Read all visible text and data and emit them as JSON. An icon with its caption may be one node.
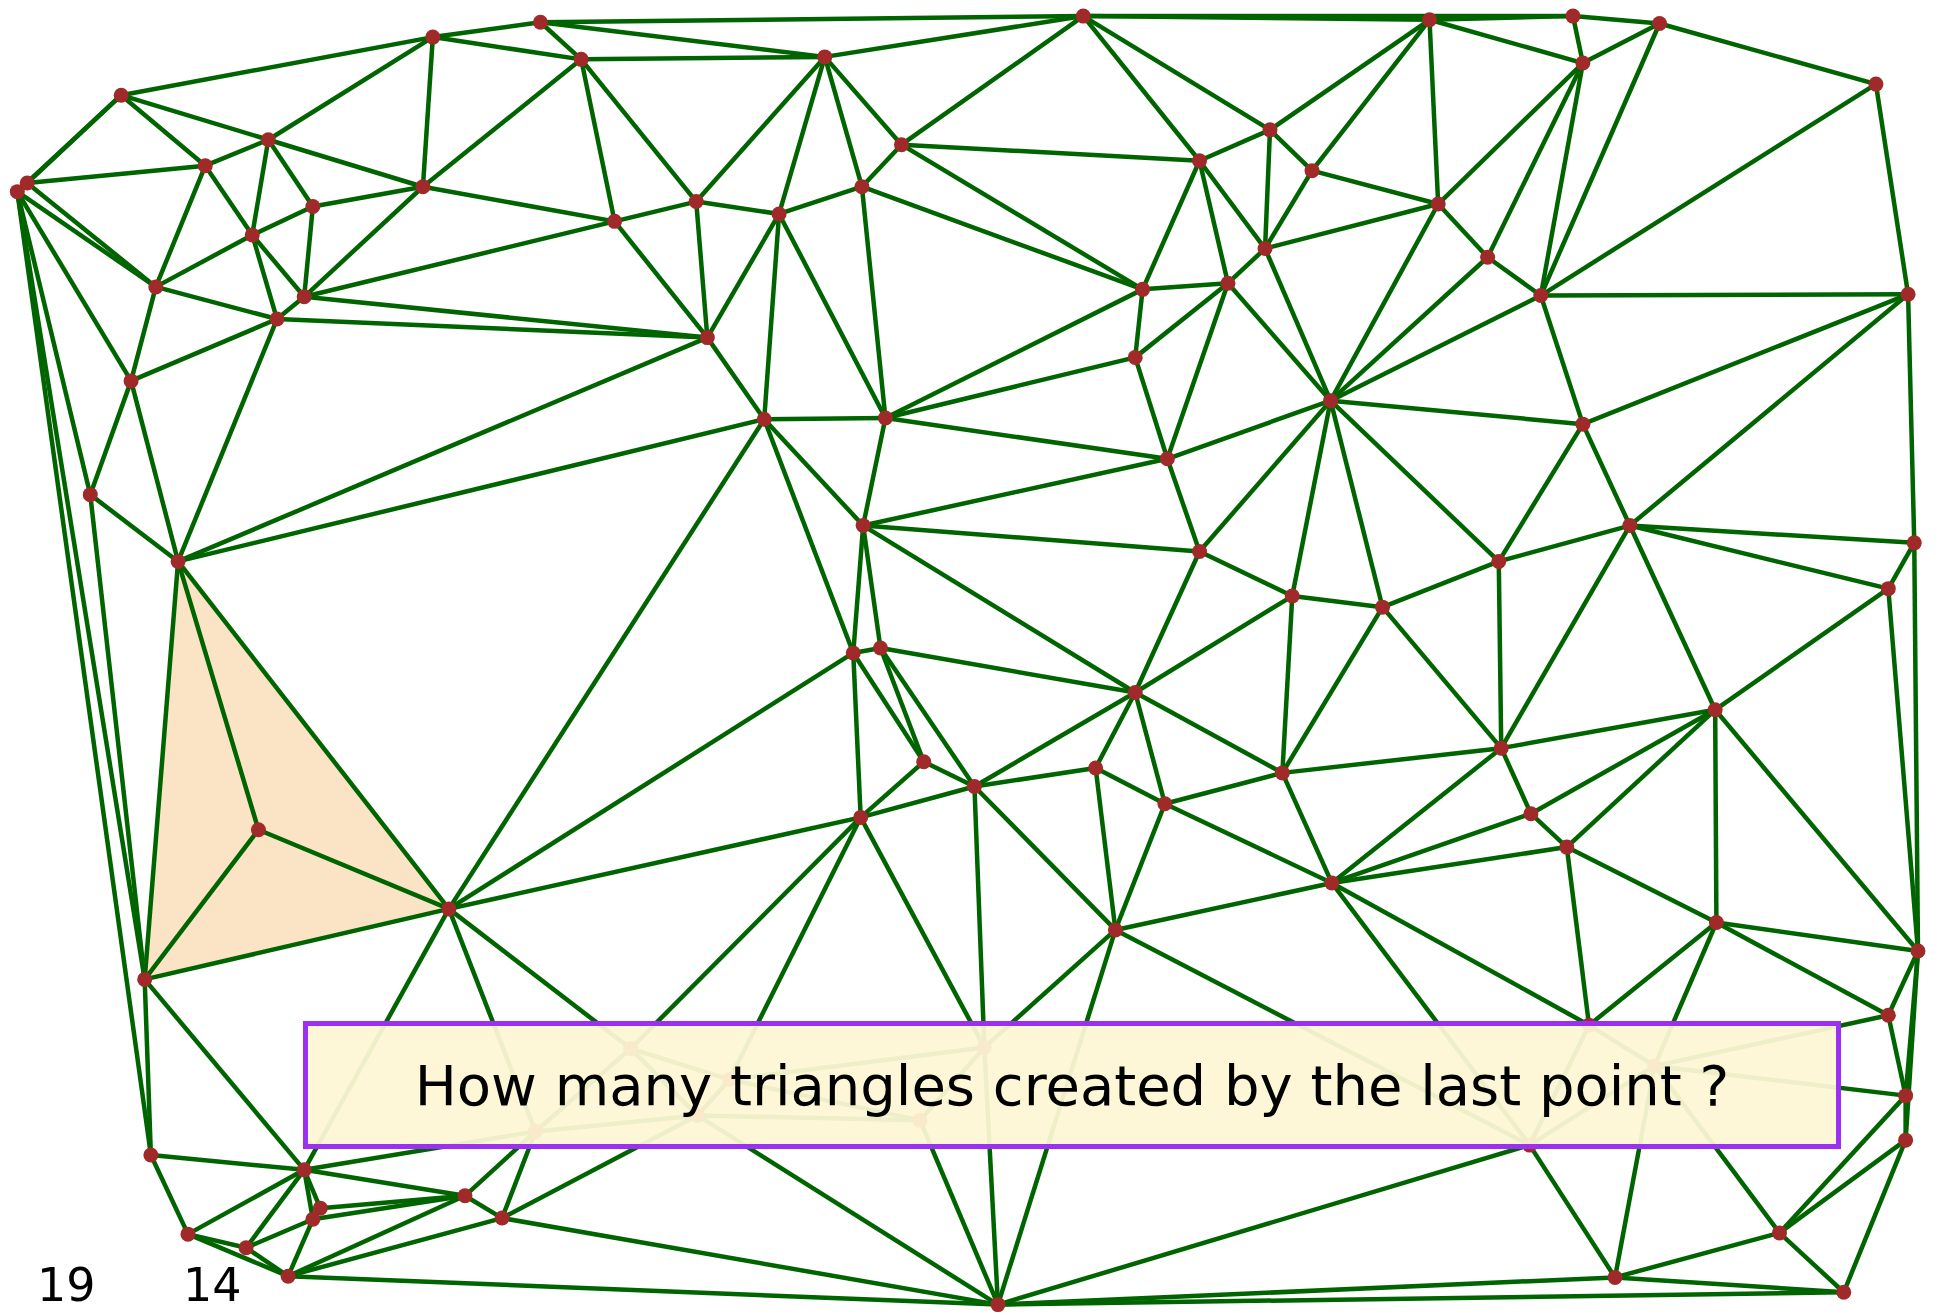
{
  "diagram": {
    "nodes": [
      {
        "text": [
          "How many triangles created by the last point ?"
        ]
      }
    ],
    "labels": [
      "19",
      "14"
    ]
  }
}
